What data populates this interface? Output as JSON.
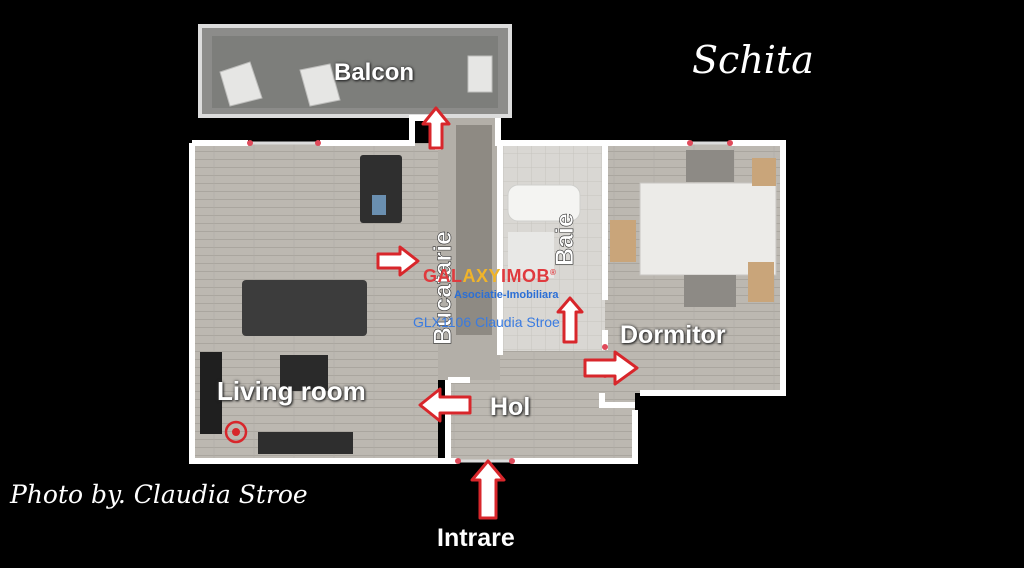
{
  "header": {
    "title": "Schita"
  },
  "rooms": {
    "balcon": "Balcon",
    "bucatarie": "Bucatarie",
    "baie": "Baie",
    "dormitor": "Dormitor",
    "living": "Living room",
    "hol": "Hol",
    "intrare": "Intrare"
  },
  "watermark": {
    "brand_part1": "GAL",
    "brand_part2": "AXY",
    "brand_part3": "IMOB",
    "registered": "®",
    "subtitle": "Asociatie-Imobiliara",
    "listing": "GLX1106 Claudia Stroe"
  },
  "footer": {
    "credit": "Photo by. Claudia Stroe"
  },
  "colors": {
    "background": "#000000",
    "floor": "#b9b5ae",
    "wall": "#ffffff",
    "arrow_stroke": "#d8262b",
    "arrow_fill": "#ffffff"
  },
  "icons": [
    "arrow-up-icon",
    "arrow-right-icon",
    "arrow-left-icon",
    "location-marker-icon"
  ]
}
